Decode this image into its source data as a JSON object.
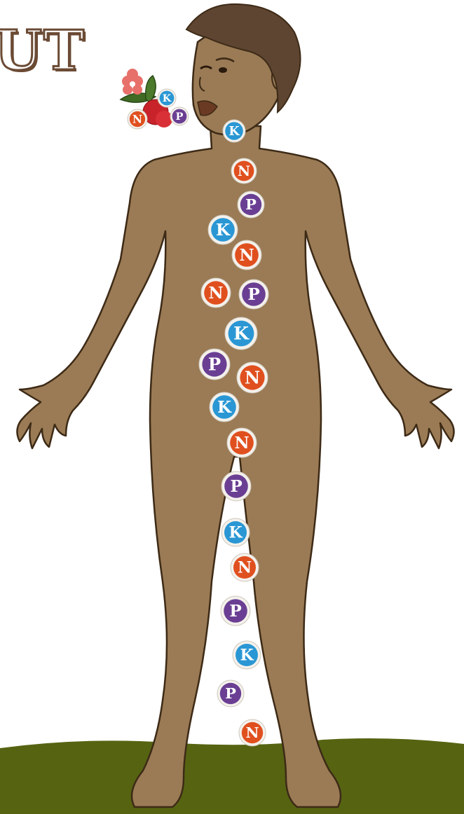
{
  "title_fragment": "UT",
  "colors": {
    "skin": "#9a7b55",
    "outline": "#3d2a16",
    "hair": "#5e4532",
    "ground": "#566412",
    "nitrogen": "#e0501f",
    "phosphorus": "#6a3f93",
    "potassium": "#2a97d4"
  },
  "nutrients": {
    "nitrogen": {
      "letter": "N",
      "color": "#e0501f"
    },
    "phosphorus": {
      "letter": "P",
      "color": "#6a3f93"
    },
    "potassium": {
      "letter": "K",
      "color": "#2a97d4"
    }
  },
  "badge_sequence": [
    "K",
    "N",
    "P",
    "K",
    "N",
    "N",
    "P",
    "K",
    "P",
    "N",
    "K",
    "N",
    "P",
    "K",
    "N",
    "P",
    "K",
    "P",
    "N"
  ],
  "food_icon": {
    "items": [
      "flower-icon",
      "leaf-icon",
      "berry-icon"
    ],
    "badges": [
      "N",
      "K",
      "P"
    ]
  }
}
